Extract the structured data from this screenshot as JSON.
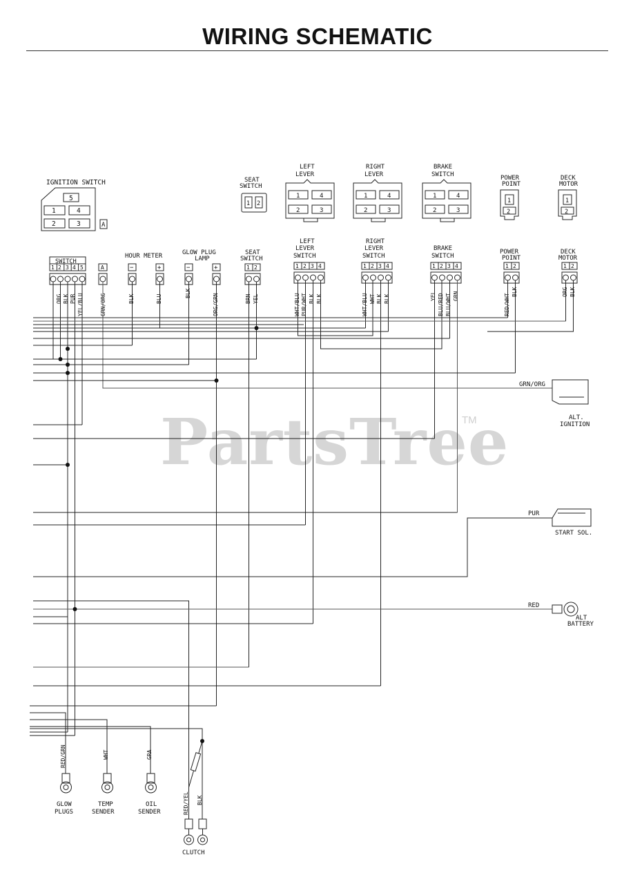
{
  "title": "WIRING SCHEMATIC",
  "watermark": "PartsTree",
  "watermark_tm": "TM",
  "connectors_top": {
    "ignition": {
      "label": "IGNITION SWITCH",
      "pins": [
        "5",
        "1",
        "4",
        "2",
        "3"
      ],
      "extra": "A"
    },
    "seat": {
      "label1": "SEAT",
      "label2": "SWITCH",
      "pins": [
        "1",
        "2"
      ]
    },
    "left_lever": {
      "label1": "LEFT",
      "label2": "LEVER",
      "pins": [
        "1",
        "4",
        "2",
        "3"
      ]
    },
    "right_lever": {
      "label1": "RIGHT",
      "label2": "LEVER",
      "pins": [
        "1",
        "4",
        "2",
        "3"
      ]
    },
    "brake": {
      "label1": "BRAKE",
      "label2": "SWITCH",
      "pins": [
        "1",
        "4",
        "2",
        "3"
      ]
    },
    "power": {
      "label1": "POWER",
      "label2": "POINT",
      "pins": [
        "1",
        "2"
      ]
    },
    "deck": {
      "label1": "DECK",
      "label2": "MOTOR",
      "pins": [
        "1",
        "2"
      ]
    }
  },
  "connectors_row": {
    "switch": {
      "label": "SWITCH",
      "pins": [
        "1",
        "2",
        "3",
        "4",
        "5"
      ],
      "extra": "A",
      "wires": [
        "ORG",
        "BLK",
        "PUR",
        "YEL/BLU",
        "GRN/ORG"
      ]
    },
    "hour": {
      "label": "HOUR METER",
      "pins": [
        "−",
        "+"
      ],
      "wires": [
        "BLK",
        "BLU"
      ]
    },
    "glow": {
      "label1": "GLOW PLUG",
      "label2": "LAMP",
      "pins": [
        "−",
        "+"
      ],
      "wires": [
        "BLK",
        "ORG/GRN"
      ]
    },
    "seat": {
      "label1": "SEAT",
      "label2": "SWITCH",
      "pins": [
        "1",
        "2"
      ],
      "wires": [
        "BRN",
        "YEL"
      ]
    },
    "left": {
      "label1": "LEFT",
      "label2": "LEVER",
      "label3": "SWITCH",
      "pins": [
        "1",
        "2",
        "3",
        "4"
      ],
      "wires": [
        "WHT/BLU",
        "PUR/WHT",
        "BLK",
        "BLK"
      ]
    },
    "right": {
      "label1": "RIGHT",
      "label2": "LEVER",
      "label3": "SWITCH",
      "pins": [
        "1",
        "2",
        "3",
        "4"
      ],
      "wires": [
        "WHT/BLU",
        "WHT",
        "BLK",
        "BLK"
      ]
    },
    "brake": {
      "label1": "BRAKE",
      "label2": "SWITCH",
      "pins": [
        "1",
        "2",
        "3",
        "4"
      ],
      "wires": [
        "YEL",
        "BLU/RED",
        "BLU/WHT",
        "GRN"
      ]
    },
    "power": {
      "label1": "POWER",
      "label2": "POINT",
      "pins": [
        "1",
        "2"
      ],
      "wires": [
        "RED/WHT",
        "BLK"
      ]
    },
    "deck": {
      "label1": "DECK",
      "label2": "MOTOR",
      "pins": [
        "1",
        "2"
      ],
      "wires": [
        "ORG",
        "BLK"
      ]
    }
  },
  "right_components": {
    "alt_ignition": {
      "wire": "GRN/ORG",
      "label1": "ALT.",
      "label2": "IGNITION"
    },
    "start_sol": {
      "wire": "PUR",
      "label": "START SOL."
    },
    "alt_battery": {
      "wire": "RED",
      "label1": "ALT",
      "label2": "BATTERY"
    }
  },
  "bottom_components": {
    "glow_plugs": {
      "wire": "RED/GRN",
      "label1": "GLOW",
      "label2": "PLUGS"
    },
    "temp_sender": {
      "wire": "WHT",
      "label1": "TEMP",
      "label2": "SENDER"
    },
    "oil_sender": {
      "wire": "GRA",
      "label1": "OIL",
      "label2": "SENDER"
    },
    "clutch": {
      "wires": [
        "RED/YEL",
        "BLK"
      ],
      "label": "CLUTCH"
    }
  }
}
